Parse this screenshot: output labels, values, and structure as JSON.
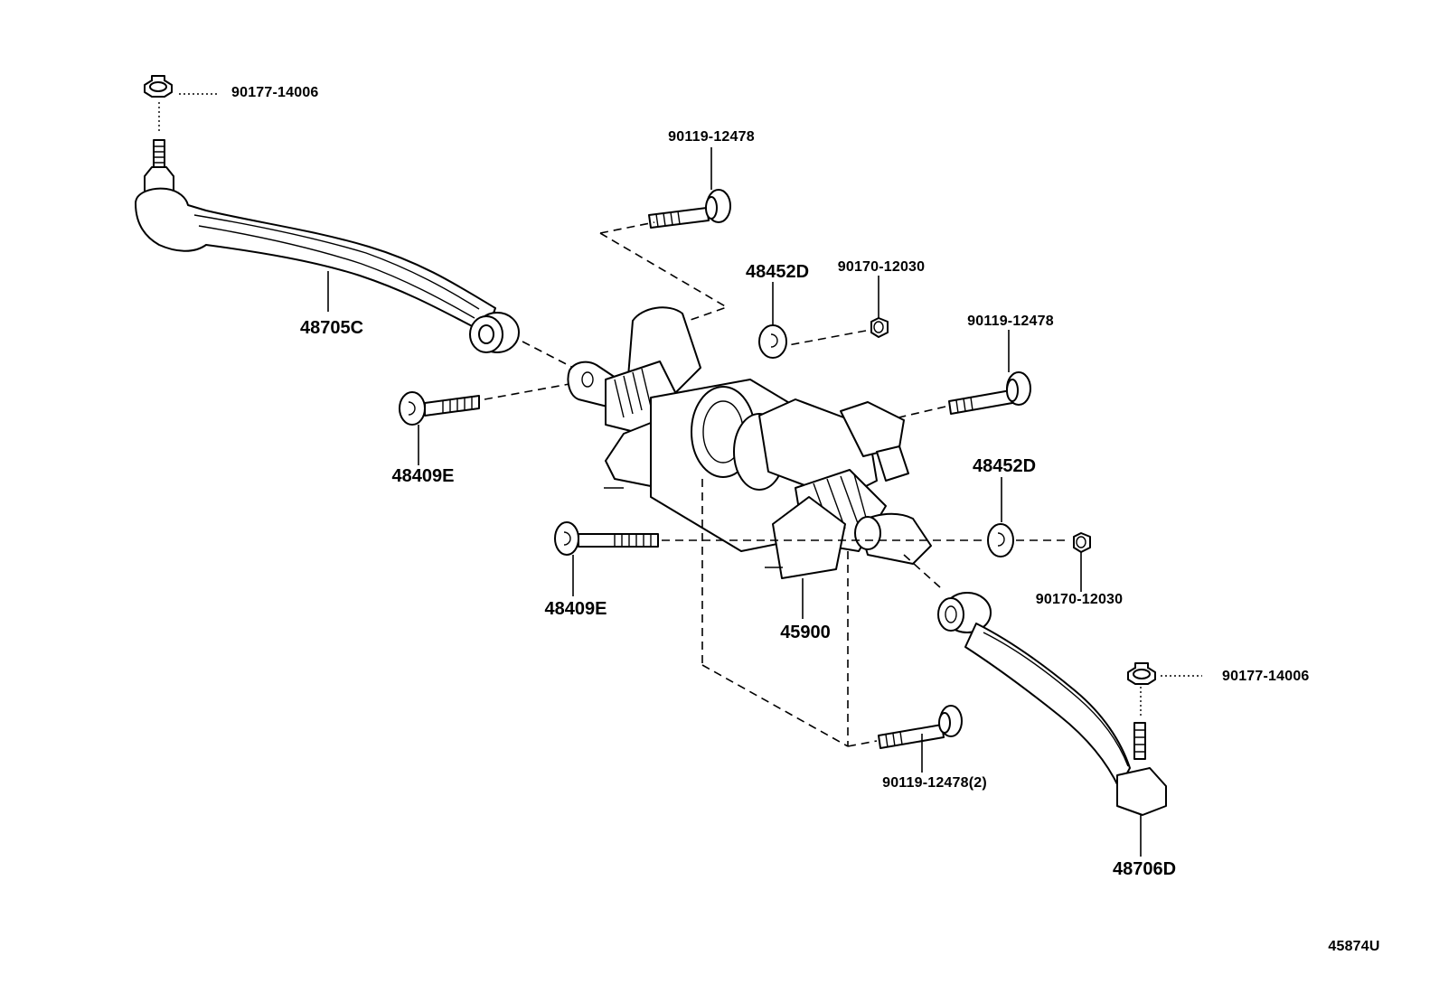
{
  "diagram": {
    "labels": {
      "nut_top_left": "90177-14006",
      "bolt_top": "90119-12478",
      "tie_rod_left": "48705C",
      "bushing_upper": "48452D",
      "nut_upper": "90170-12030",
      "bolt_right_upper": "90119-12478",
      "bolt_left_upper": "48409E",
      "bushing_lower": "48452D",
      "bolt_left_lower": "48409E",
      "nut_lower": "90170-12030",
      "actuator": "45900",
      "nut_right": "90177-14006",
      "bolt_bottom": "90119-12478(2)",
      "tie_rod_right": "48706D",
      "figure_code": "45874U"
    }
  }
}
